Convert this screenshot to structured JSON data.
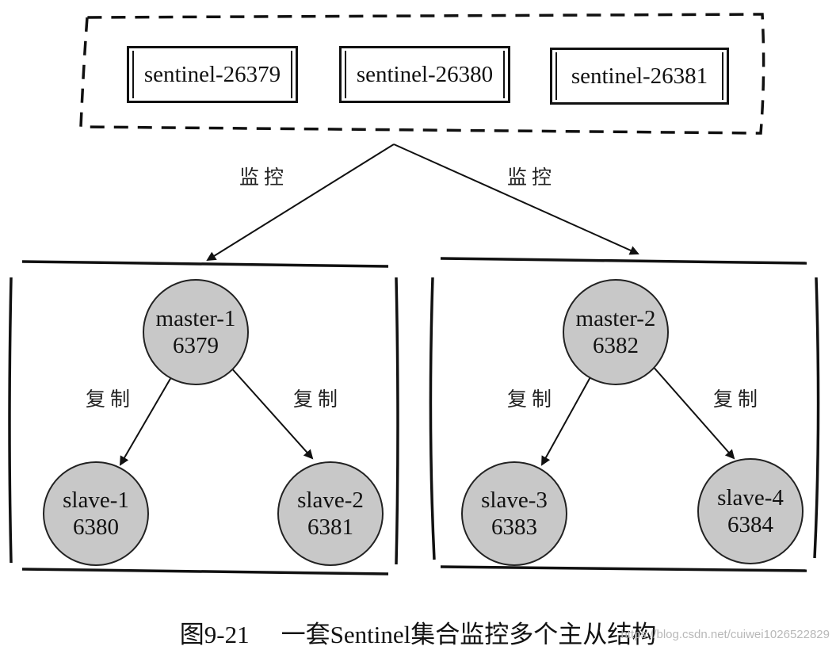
{
  "sentinels": [
    {
      "label": "sentinel-26379"
    },
    {
      "label": "sentinel-26380"
    },
    {
      "label": "sentinel-26381"
    }
  ],
  "edge_labels": {
    "monitor": "监控",
    "replicate": "复制"
  },
  "groups": [
    {
      "master": {
        "name": "master-1",
        "port": "6379"
      },
      "slaves": [
        {
          "name": "slave-1",
          "port": "6380"
        },
        {
          "name": "slave-2",
          "port": "6381"
        }
      ]
    },
    {
      "master": {
        "name": "master-2",
        "port": "6382"
      },
      "slaves": [
        {
          "name": "slave-3",
          "port": "6383"
        },
        {
          "name": "slave-4",
          "port": "6384"
        }
      ]
    }
  ],
  "caption": {
    "figure_number": "图9-21",
    "text": "一套Sentinel集合监控多个主从结构"
  },
  "watermark": "https://blog.csdn.net/cuiwei1026522829"
}
